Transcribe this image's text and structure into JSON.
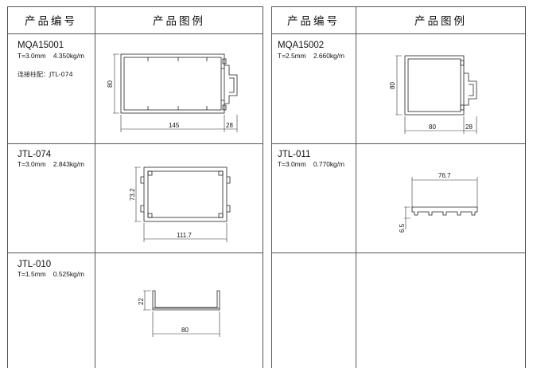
{
  "headers": {
    "code": "产品编号",
    "drawing": "产品图例"
  },
  "products": [
    {
      "code": "MQA15001",
      "spec": "T=3.0mm    4.350kg/m",
      "note": "连接柱配：JTL-074",
      "dims": [
        "145",
        "28",
        "80"
      ]
    },
    {
      "code": "MQA15002",
      "spec": "T=2.5mm    2.660kg/m",
      "dims": [
        "80",
        "28",
        "80"
      ]
    },
    {
      "code": "JTL-074",
      "spec": "T=3.0mm    2.843kg/m",
      "dims": [
        "111.7",
        "73.2"
      ]
    },
    {
      "code": "JTL-011",
      "spec": "T=3.0mm    0.770kg/m",
      "dims": [
        "76.7",
        "6.5"
      ]
    },
    {
      "code": "JTL-010",
      "spec": "T=1.5mm    0.525kg/m",
      "dims": [
        "80",
        "22"
      ]
    }
  ]
}
